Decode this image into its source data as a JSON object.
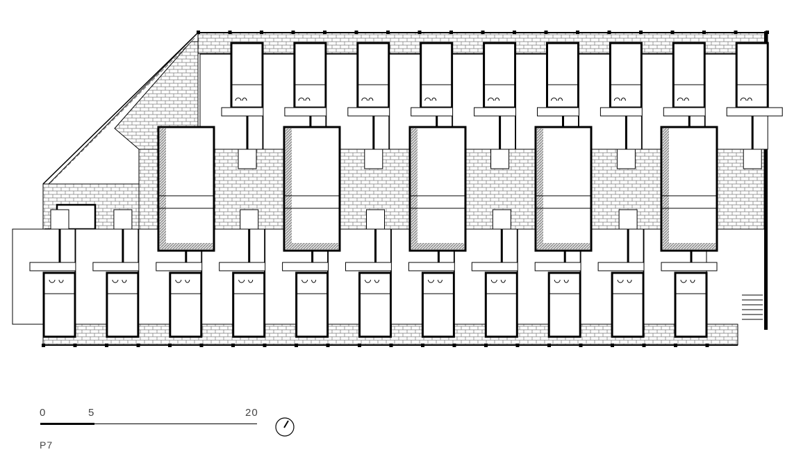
{
  "scale_bar": {
    "label_start": "0",
    "label_mid": "5",
    "label_end": "20"
  },
  "floor_label": "P7",
  "plan": {
    "top_units": 9,
    "bottom_units": 11,
    "light_wells": 5,
    "wall_color": "#000000",
    "hatch_color": "#888888"
  }
}
